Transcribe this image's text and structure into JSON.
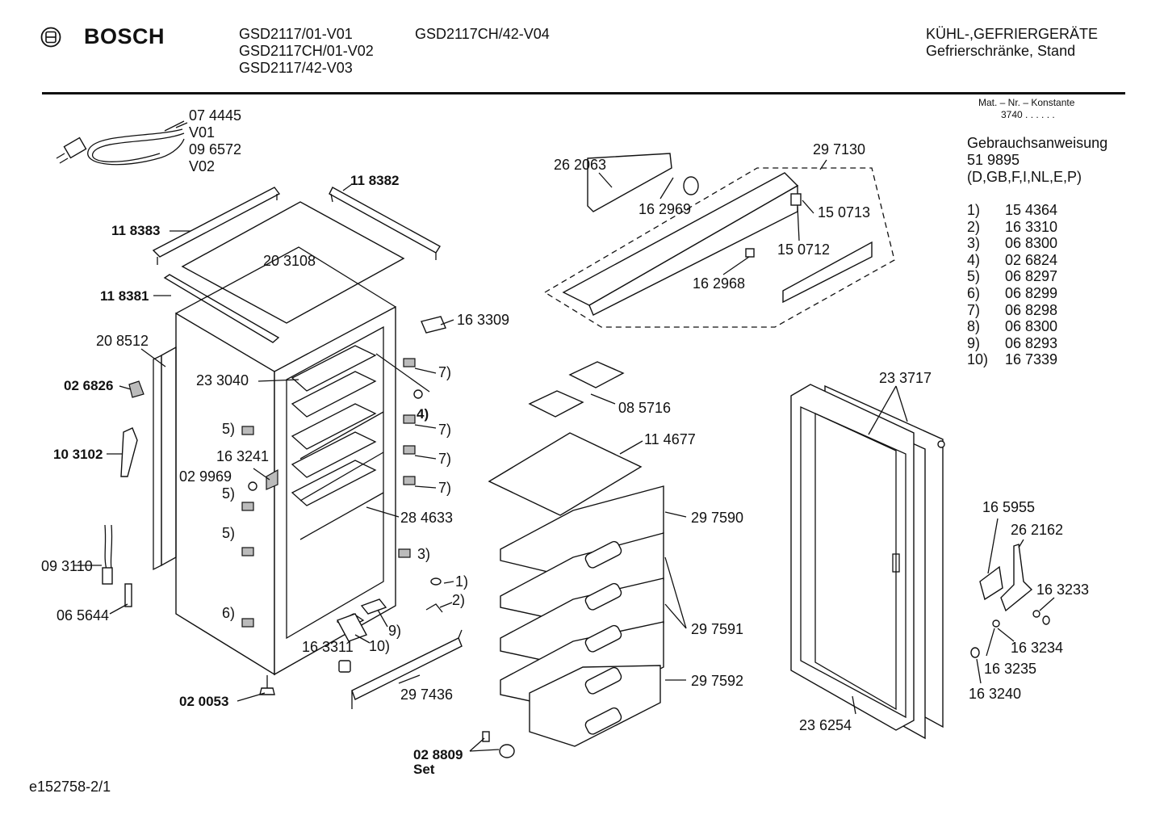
{
  "header": {
    "brand": "BOSCH",
    "models_col1": [
      "GSD2117/01-V01",
      "GSD2117CH/01-V02",
      "GSD2117/42-V03"
    ],
    "models_col2": [
      "GSD2117CH/42-V04"
    ],
    "category": "KÜHL-,GEFRIERGERÄTE",
    "subcategory": "Gefrierschränke, Stand"
  },
  "mat_nr": {
    "label": "Mat. – Nr. – Konstante",
    "value": "3740 . . . . . ."
  },
  "manual": {
    "title": "Gebrauchsanweisung",
    "number": "51 9895",
    "languages": "(D,GB,F,I,NL,E,P)"
  },
  "notes": [
    {
      "n": "1)",
      "part": "15 4364"
    },
    {
      "n": "2)",
      "part": "16 3310"
    },
    {
      "n": "3)",
      "part": "06 8300"
    },
    {
      "n": "4)",
      "part": "02 6824"
    },
    {
      "n": "5)",
      "part": "06 8297"
    },
    {
      "n": "6)",
      "part": "06 8299"
    },
    {
      "n": "7)",
      "part": "06 8298"
    },
    {
      "n": "8)",
      "part": "06 8300"
    },
    {
      "n": "9)",
      "part": "06 8293"
    },
    {
      "n": "10)",
      "part": "16 7339"
    }
  ],
  "labels": {
    "cable_1": "07 4445",
    "cable_1_var": "V01",
    "cable_2": "09 6572",
    "cable_2_var": "V02",
    "l118382": "11 8382",
    "l118383": "11 8383",
    "l203108": "20 3108",
    "l118381": "11 8381",
    "l163309": "16 3309",
    "l208512": "20 8512",
    "l026826": "02 6826",
    "l233040": "23 3040",
    "n7a": "7)",
    "n4": "4)",
    "n7b": "7)",
    "n7c": "7)",
    "n7d": "7)",
    "n5a": "5)",
    "l163241": "16 3241",
    "l103102": "10 3102",
    "l029969": "02 9969",
    "n5b": "5)",
    "l284633": "28 4633",
    "n5c": "5)",
    "n3": "3)",
    "l093110": "09 3110",
    "n1": "1)",
    "n2": "2)",
    "l065644": "06 5644",
    "n6": "6)",
    "n9": "9)",
    "l163311": "16 3311",
    "n10": "10)",
    "l020053": "02 0053",
    "l297436": "29 7436",
    "l262063": "26 2063",
    "l297130": "29 7130",
    "l162969": "16 2969",
    "l150713": "15 0713",
    "l150712": "15 0712",
    "l162968": "16 2968",
    "l085716": "08 5716",
    "l114677": "11 4677",
    "l297590": "29 7590",
    "l297591": "29 7591",
    "l297592": "29 7592",
    "l028809": "02 8809",
    "set": "Set",
    "l233717": "23 3717",
    "l236254": "23 6254",
    "l165955": "16 5955",
    "l262162": "26 2162",
    "l163233": "16 3233",
    "l163234": "16 3234",
    "l163235": "16 3235",
    "l163240": "16 3240"
  },
  "footer": {
    "drawing_id": "e152758-2/1"
  }
}
